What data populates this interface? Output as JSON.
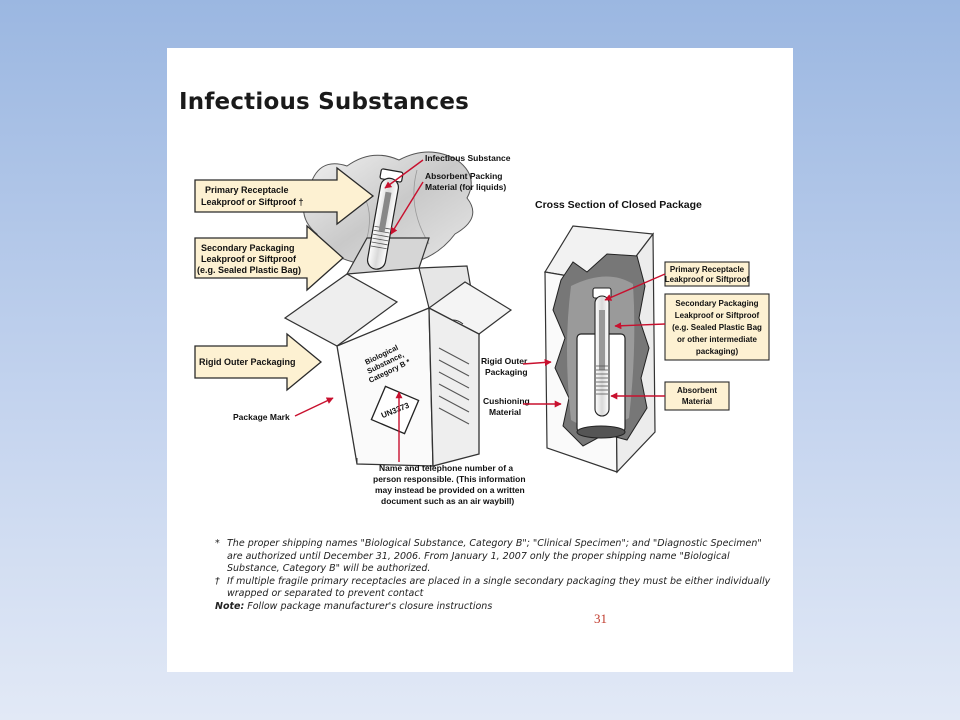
{
  "page": {
    "title": "Infectious Substances",
    "page_number": "31"
  },
  "left_diagram": {
    "callouts": {
      "primary_receptacle": [
        "Primary Receptacle",
        "Leakproof or Siftproof †"
      ],
      "secondary_packaging": [
        "Secondary Packaging",
        "Leakproof or Siftproof",
        "(e.g. Sealed Plastic Bag)"
      ],
      "rigid_outer": [
        "Rigid Outer Packaging"
      ]
    },
    "labels": {
      "infectious_substance": "Infectious Substance",
      "absorbent_packing": [
        "Absorbent Packing",
        "Material (for liquids)"
      ],
      "package_mark": "Package Mark",
      "responsible_person": [
        "Name and telephone number of a",
        "person responsible. (This information",
        "may instead be provided on a written",
        "document such as an air waybill)"
      ]
    },
    "box_text": {
      "side_label": [
        "Biological",
        "Substance,",
        "Category B *"
      ],
      "un_mark": "UN3373"
    }
  },
  "right_diagram": {
    "title": "Cross Section of Closed Package",
    "labels": {
      "primary_receptacle": [
        "Primary Receptacle",
        "Leakproof or Siftproof"
      ],
      "secondary_packaging": [
        "Secondary Packaging",
        "Leakproof or Siftproof",
        "(e.g. Sealed Plastic Bag",
        "or other intermediate",
        "packaging)"
      ],
      "absorbent_material": [
        "Absorbent",
        "Material"
      ],
      "rigid_outer": [
        "Rigid Outer",
        "Packaging"
      ],
      "cushioning": [
        "Cushioning",
        "Material"
      ]
    }
  },
  "footnotes": {
    "asterisk_mark": "*",
    "asterisk_text": "The proper shipping names \"Biological Substance, Category B\"; \"Clinical Specimen\"; and \"Diagnostic Specimen\" are authorized until December 31, 2006. From January 1, 2007 only the proper shipping name \"Biological Substance, Category B\" will be authorized.",
    "dagger_mark": "†",
    "dagger_text": "If multiple fragile primary receptacles are placed in a single secondary packaging they must be either individually wrapped or separated to prevent contact",
    "note_label": "Note:",
    "note_text": " Follow package manufacturer's closure instructions"
  },
  "colors": {
    "arrow_fill": "#fdf1d2",
    "arrow_stroke": "#2a2a2a",
    "leader_red": "#c8102e",
    "label_box_fill": "#fdf1d2",
    "page_number": "#c0392b"
  }
}
